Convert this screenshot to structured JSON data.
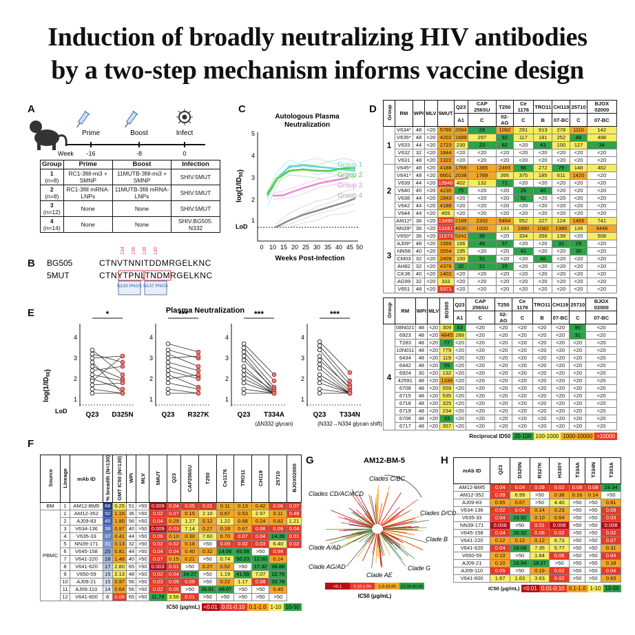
{
  "title_line1": "Induction of broadly neutralizing HIV antibodies",
  "title_line2": "by a two-step mechanism informs vaccine design",
  "panels": {
    "A": "A",
    "B": "B",
    "C": "C",
    "D": "D",
    "E": "E",
    "F": "F",
    "G": "G",
    "H": "H"
  },
  "panelA": {
    "timeline_label": "Week",
    "events": [
      {
        "name": "Prime",
        "week": "-16"
      },
      {
        "name": "Boost",
        "week": "-8"
      },
      {
        "name": "Infect",
        "week": "0"
      }
    ],
    "headers": [
      "Group",
      "Prime",
      "Boost",
      "Infection"
    ],
    "rows": [
      {
        "group": "1",
        "n": "(n=8)",
        "prime": "RC1-3fill-mi3 + SMNP",
        "boost": "11MUTB-3fill-mi3 + SMNP",
        "infection": "SHIV.5MUT"
      },
      {
        "group": "2",
        "n": "(n=8)",
        "prime": "RC1-3fill mRNA-LNPs",
        "boost": "11MUTB-3fill mRNA-LNPs",
        "infection": "SHIV.5MUT"
      },
      {
        "group": "3",
        "n": "(n=12)",
        "prime": "None",
        "boost": "None",
        "infection": "SHIV.5MUT"
      },
      {
        "group": "4",
        "n": "(n=14)",
        "prime": "None",
        "boost": "None",
        "infection": "SHIV.BG505. N332"
      }
    ]
  },
  "panelB": {
    "seqs": [
      {
        "name": "BG505",
        "seq": "CTNVTNNITDDMRGELKNC"
      },
      {
        "name": "5MUT",
        "seq": "CTNYTPNLTNDMRGELKNC"
      }
    ],
    "positions": [
      "134",
      "136",
      "138",
      "140"
    ],
    "pngs": [
      "N133 PNGS",
      "N137 PNGS"
    ]
  },
  "panelC": {
    "title": "Autologous Plasma Neutralization",
    "xlabel": "Weeks Post-Infection",
    "ylabel": "log(1/ID50)",
    "lod": "LoD",
    "legend": [
      {
        "name": "Group 1",
        "color": "#5fd0e0"
      },
      {
        "name": "Group 2",
        "color": "#55c940"
      },
      {
        "name": "Group 3",
        "color": "#e58ad6"
      },
      {
        "name": "Group 4",
        "color": "#a8a8a8"
      }
    ]
  },
  "panelE": {
    "title": "Plasma Neutralization",
    "ylabel": "log(1/ID50)",
    "lod": "LoD",
    "subpanels": [
      {
        "a": "Q23",
        "b": "D325N",
        "sig": "*",
        "note": ""
      },
      {
        "a": "Q23",
        "b": "R327K",
        "sig": "***",
        "note": ""
      },
      {
        "a": "Q23",
        "b": "T334A",
        "sig": "***",
        "note": "(ΔN332 glycan)"
      },
      {
        "a": "Q23",
        "b": "T334N",
        "sig": "***",
        "note": "(N332→N334 glycan shift)"
      }
    ]
  },
  "panelG": {
    "title": "AM12-BM-5",
    "clades": [
      "Clades C/BC",
      "Clades CD/AC/ACD",
      "Clades D/CD",
      "Clade B",
      "Clade A/AD",
      "Clade AG/AD",
      "Clade G",
      "Clade AE"
    ],
    "legend": [
      "<0.1",
      "0.10-1.00",
      "1.0-10.00",
      "10.00-50.00"
    ],
    "legend_label": "IC50 (μg/mL)"
  },
  "legends": {
    "D": {
      "label": "Reciprocal ID50",
      "items": [
        "20-100",
        "100-1000",
        "1000-10000",
        ">10000"
      ]
    },
    "F": {
      "label": "IC50 (μg/mL)",
      "items": [
        "<0.01",
        "0.01-0.10",
        "0.1-1.0",
        "1-10",
        "10-50"
      ]
    },
    "H": {
      "label": "IC50 (μg/mL)",
      "items": [
        "<0.01",
        "0.01-0.10",
        "0.1-1.0",
        "1-10",
        "10-50"
      ]
    }
  }
}
